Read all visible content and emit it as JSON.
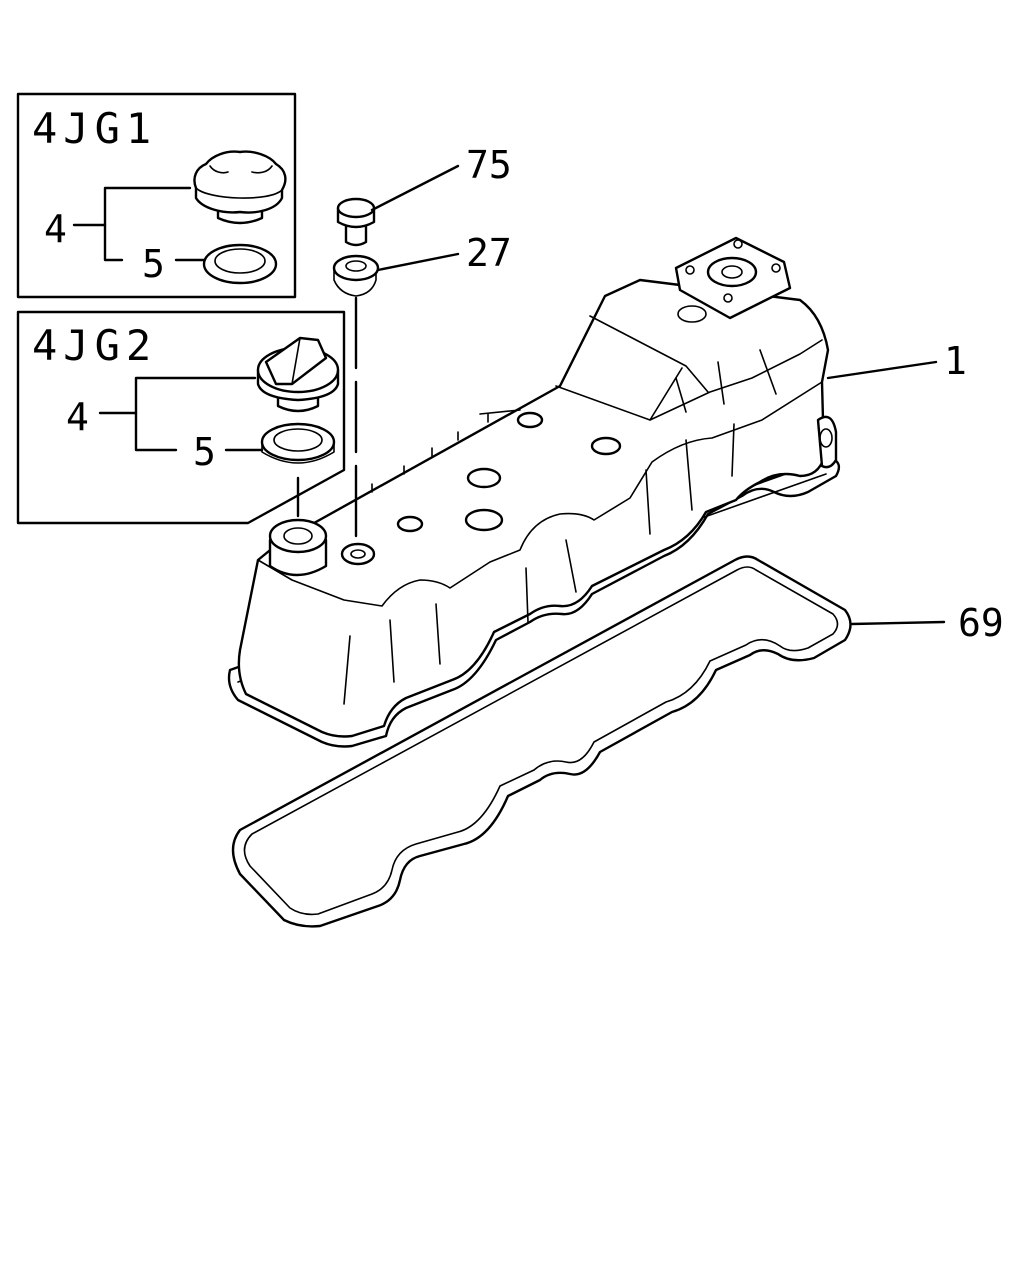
{
  "variants": {
    "g1": {
      "title": "4JG1",
      "cap_number": "4",
      "seal_number": "5"
    },
    "g2": {
      "title": "4JG2",
      "cap_number": "4",
      "seal_number": "5"
    }
  },
  "callouts": {
    "bolt": "75",
    "grommet": "27",
    "cover": "1",
    "gasket": "69"
  }
}
